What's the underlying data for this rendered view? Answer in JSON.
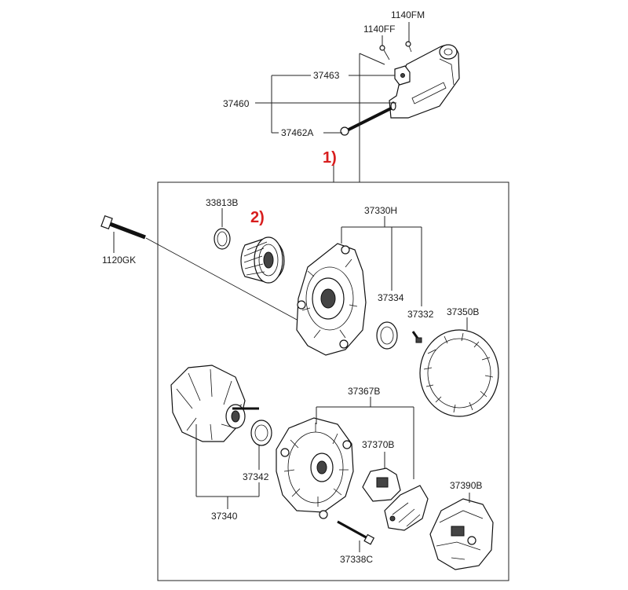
{
  "labels": {
    "p1140FM": "1140FM",
    "p1140FF": "1140FF",
    "p37463": "37463",
    "p37460": "37460",
    "p37462A": "37462A",
    "p33813B": "33813B",
    "p37330H": "37330H",
    "p1120GK": "1120GK",
    "p37334": "37334",
    "p37332": "37332",
    "p37350B": "37350B",
    "p37367B": "37367B",
    "p37370B": "37370B",
    "p37342": "37342",
    "p37390B": "37390B",
    "p37340": "37340",
    "p37338C": "37338C"
  },
  "callouts": {
    "c1": "1)",
    "c2": "2)"
  },
  "colors": {
    "callout": "#d81e1e",
    "line": "#222222"
  }
}
